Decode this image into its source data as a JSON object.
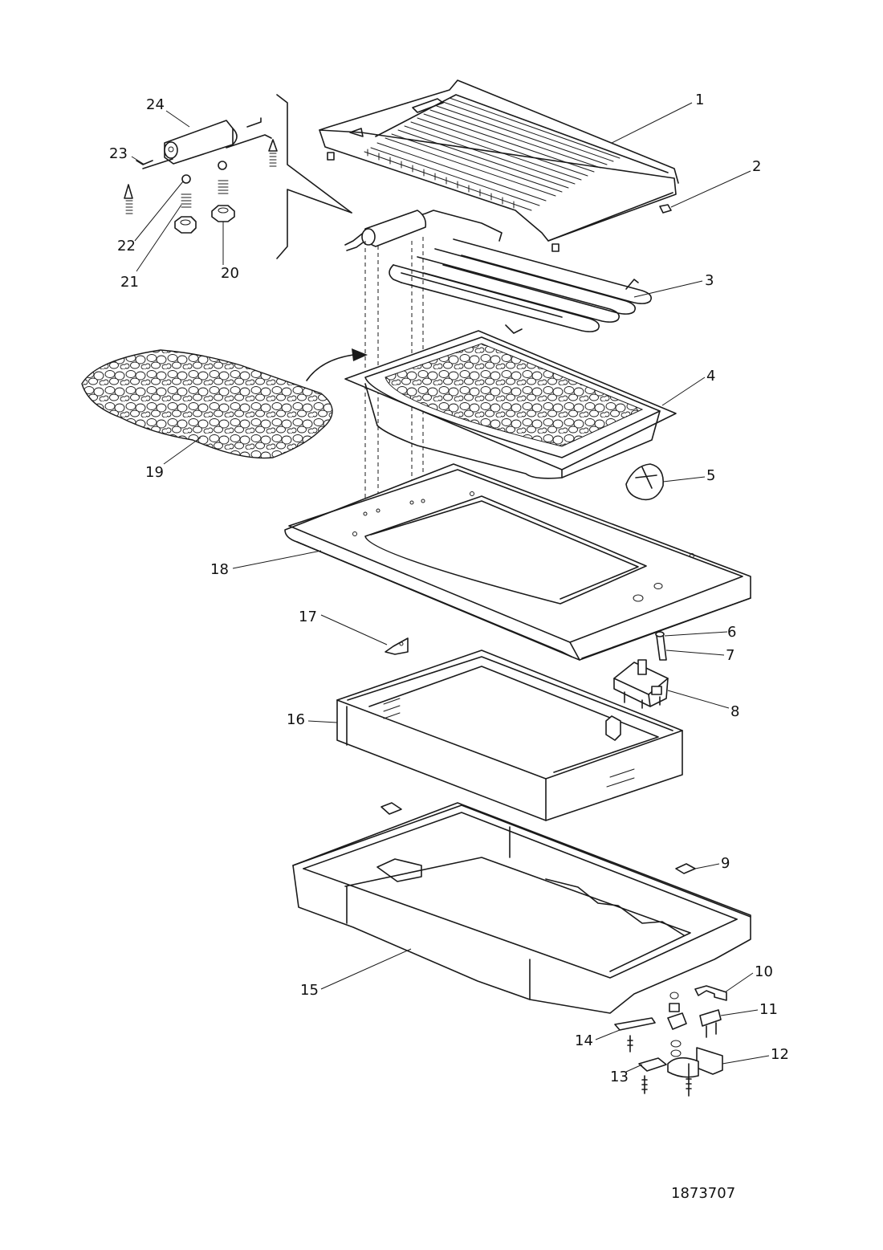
{
  "labels": {
    "l1": "1",
    "l2": "2",
    "l3": "3",
    "l4": "4",
    "l5": "5",
    "l6": "6",
    "l7": "7",
    "l8": "8",
    "l9": "9",
    "l10": "10",
    "l11": "11",
    "l12": "12",
    "l13": "13",
    "l14": "14",
    "l15": "15",
    "l16": "16",
    "l17": "17",
    "l18": "18",
    "l19": "19",
    "l20": "20",
    "l21": "21",
    "l22": "22",
    "l23": "23",
    "l24": "24"
  },
  "document_number": "1873707"
}
